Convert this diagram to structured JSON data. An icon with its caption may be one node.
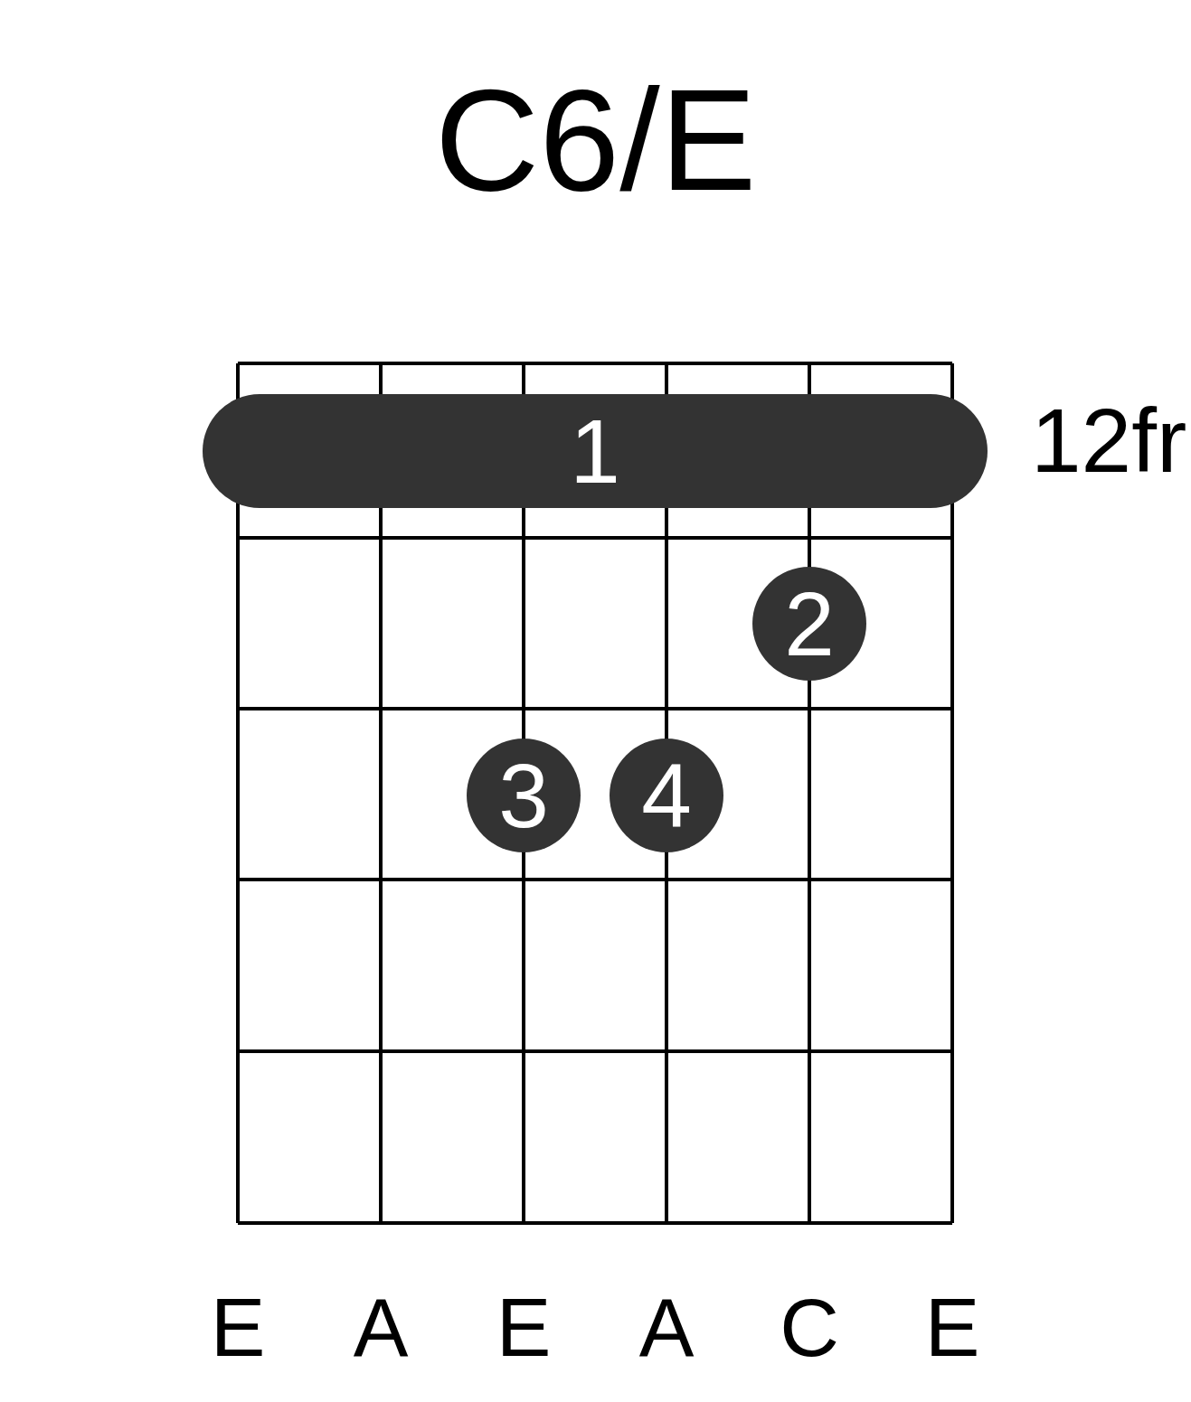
{
  "diagram": {
    "title": "C6/E",
    "nodes": [
      {
        "text": [
          "1"
        ]
      },
      {
        "text": [
          "2"
        ]
      },
      {
        "text": [
          "3"
        ]
      },
      {
        "text": [
          "4"
        ]
      }
    ],
    "labels": [
      "12fr",
      "E",
      "A",
      "E",
      "A",
      "C",
      "E"
    ]
  }
}
